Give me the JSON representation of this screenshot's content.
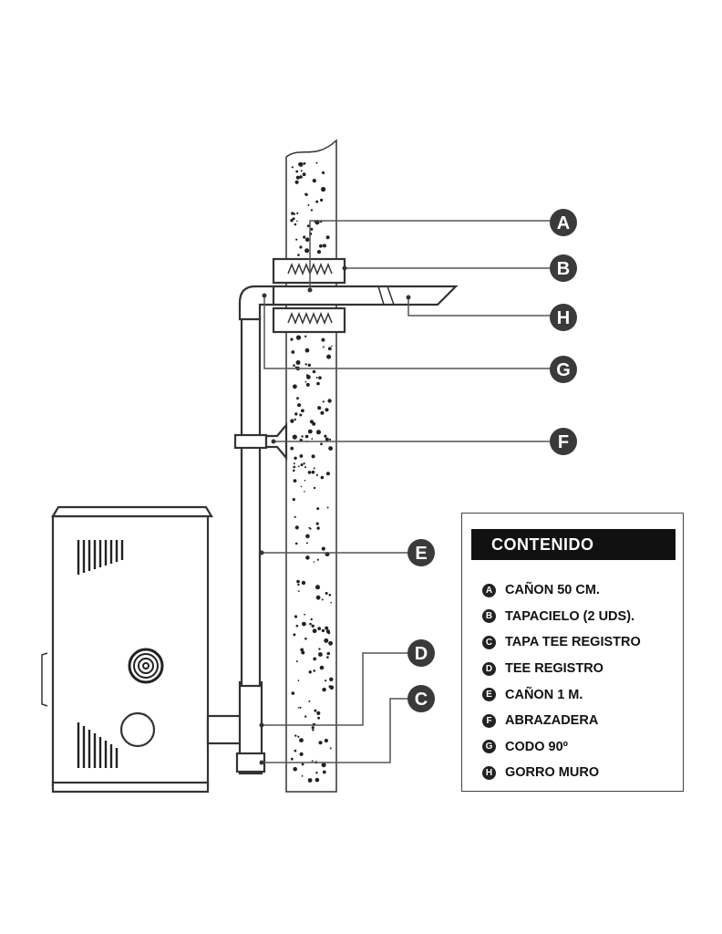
{
  "legend": {
    "title": "CONTENIDO",
    "items": [
      {
        "key": "A",
        "label": "CAÑON 50 CM."
      },
      {
        "key": "B",
        "label": "TAPACIELO (2 UDS)."
      },
      {
        "key": "C",
        "label": "TAPA TEE REGISTRO"
      },
      {
        "key": "D",
        "label": "TEE REGISTRO"
      },
      {
        "key": "E",
        "label": "CAÑON 1 M."
      },
      {
        "key": "F",
        "label": "ABRAZADERA"
      },
      {
        "key": "G",
        "label": "CODO 90º"
      },
      {
        "key": "H",
        "label": "GORRO MURO"
      }
    ]
  },
  "callouts": {
    "a": "A",
    "b": "B",
    "h": "H",
    "g": "G",
    "f": "F",
    "e": "E",
    "d": "D",
    "c": "C"
  },
  "colors": {
    "badge": "#3a3a3a",
    "line": "#333333",
    "legend_title_bg": "#111111"
  }
}
